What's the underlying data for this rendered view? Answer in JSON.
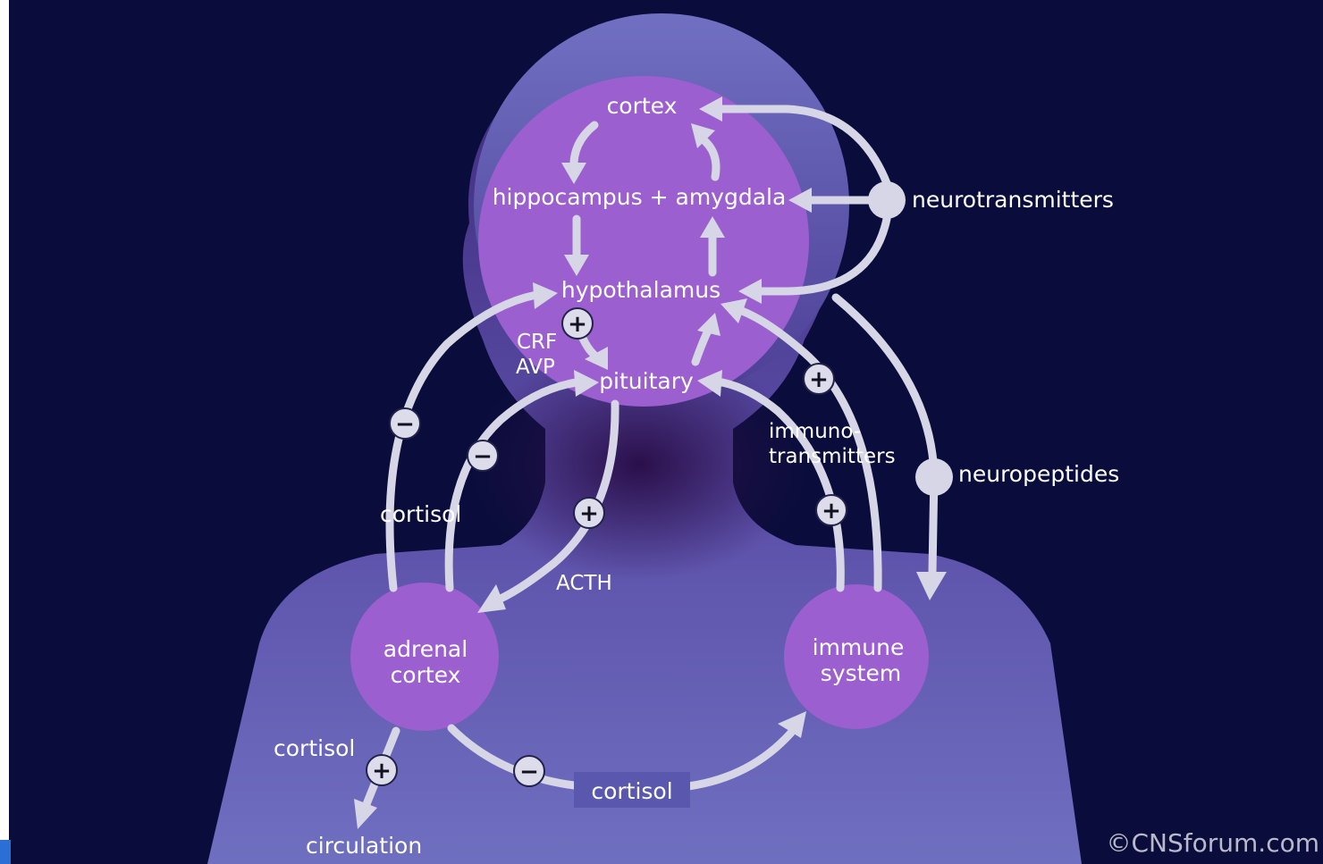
{
  "labels": {
    "cortex": "cortex",
    "hippocampus_amygdala": "hippocampus + amygdala",
    "hypothalamus": "hypothalamus",
    "pituitary": "pituitary",
    "crf": "CRF",
    "avp": "AVP",
    "neurotransmitters": "neurotransmitters",
    "neuropeptides": "neuropeptides",
    "immuno_1": "immuno-",
    "immuno_2": "transmitters",
    "cortisol_left": "cortisol",
    "acth": "ACTH",
    "adrenal_1": "adrenal",
    "adrenal_2": "cortex",
    "immune_1": "immune",
    "immune_2": "system",
    "cortisol_circ": "cortisol",
    "circulation": "circulation",
    "cortisol_bottom": "cortisol",
    "credit": "©CNSforum.com"
  },
  "signs": {
    "plus": "+",
    "minus": "−"
  },
  "colors": {
    "background": "#0a0d3c",
    "silhouette": "#6f6fc0",
    "node": "#9c5fcf",
    "arrow": "#d6d6e6"
  }
}
